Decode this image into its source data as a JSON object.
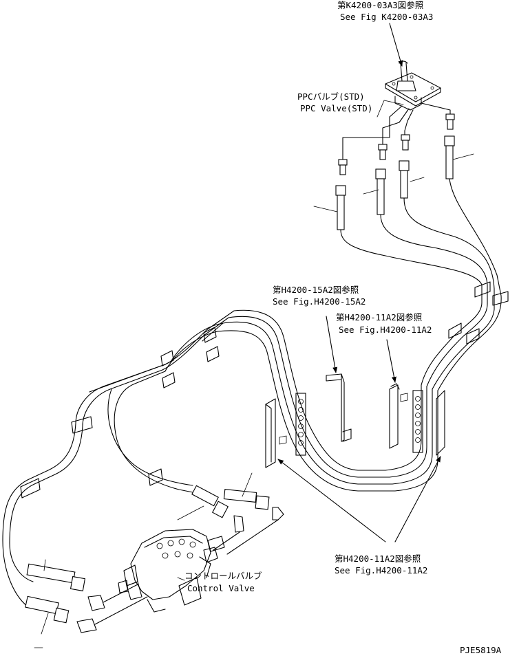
{
  "labels": {
    "ref_k4200_jp": "第K4200-03A3図参照",
    "ref_k4200_en": "See Fig K4200-03A3",
    "ppc_valve_jp": "PPCバルブ(STD)",
    "ppc_valve_en": "PPC Valve(STD)",
    "ref_h4200_15_jp": "第H4200-15A2図参照",
    "ref_h4200_15_en": "See Fig.H4200-15A2",
    "ref_h4200_11_top_jp": "第H4200-11A2図参照",
    "ref_h4200_11_top_en": "See Fig.H4200-11A2",
    "ref_h4200_11_bottom_jp": "第H4200-11A2図参照",
    "ref_h4200_11_bottom_en": "See Fig.H4200-11A2",
    "control_valve_jp": "コントロールバルブ",
    "control_valve_en": "Control Valve",
    "drawing_id": "PJE5819A"
  },
  "colors": {
    "line": "#000000",
    "background": "#ffffff"
  }
}
